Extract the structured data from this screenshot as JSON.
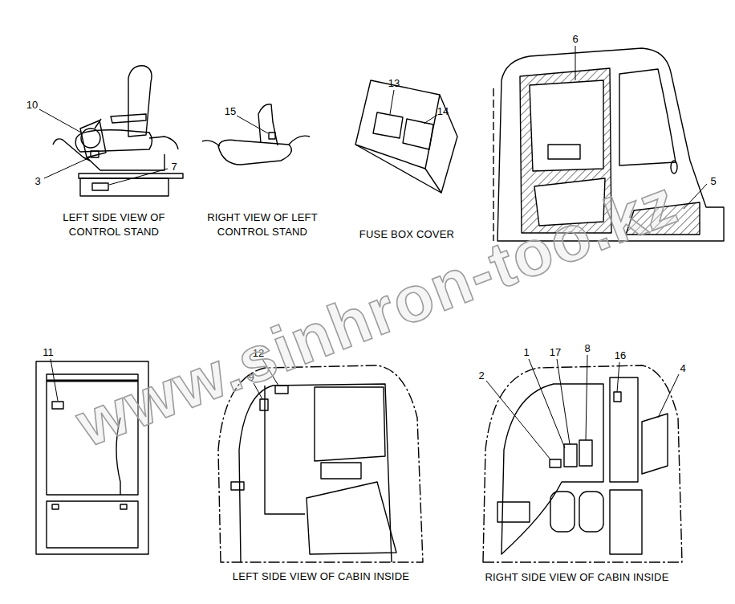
{
  "diagram": {
    "labels": [
      "10",
      "3",
      "7",
      "15",
      "13",
      "14",
      "6",
      "5",
      "11",
      "12",
      "9",
      "1",
      "17",
      "8",
      "16",
      "2",
      "4",
      "LEFT SIDE VIEW OF CONTROL STAND",
      "RIGHT VIEW OF LEFT CONTROL STAND",
      "FUSE BOX COVER",
      "LEFT SIDE VIEW OF CABIN INSIDE",
      "RIGHT SIDE VIEW OF CABIN INSIDE",
      "www.sinhron-too.kz"
    ]
  }
}
